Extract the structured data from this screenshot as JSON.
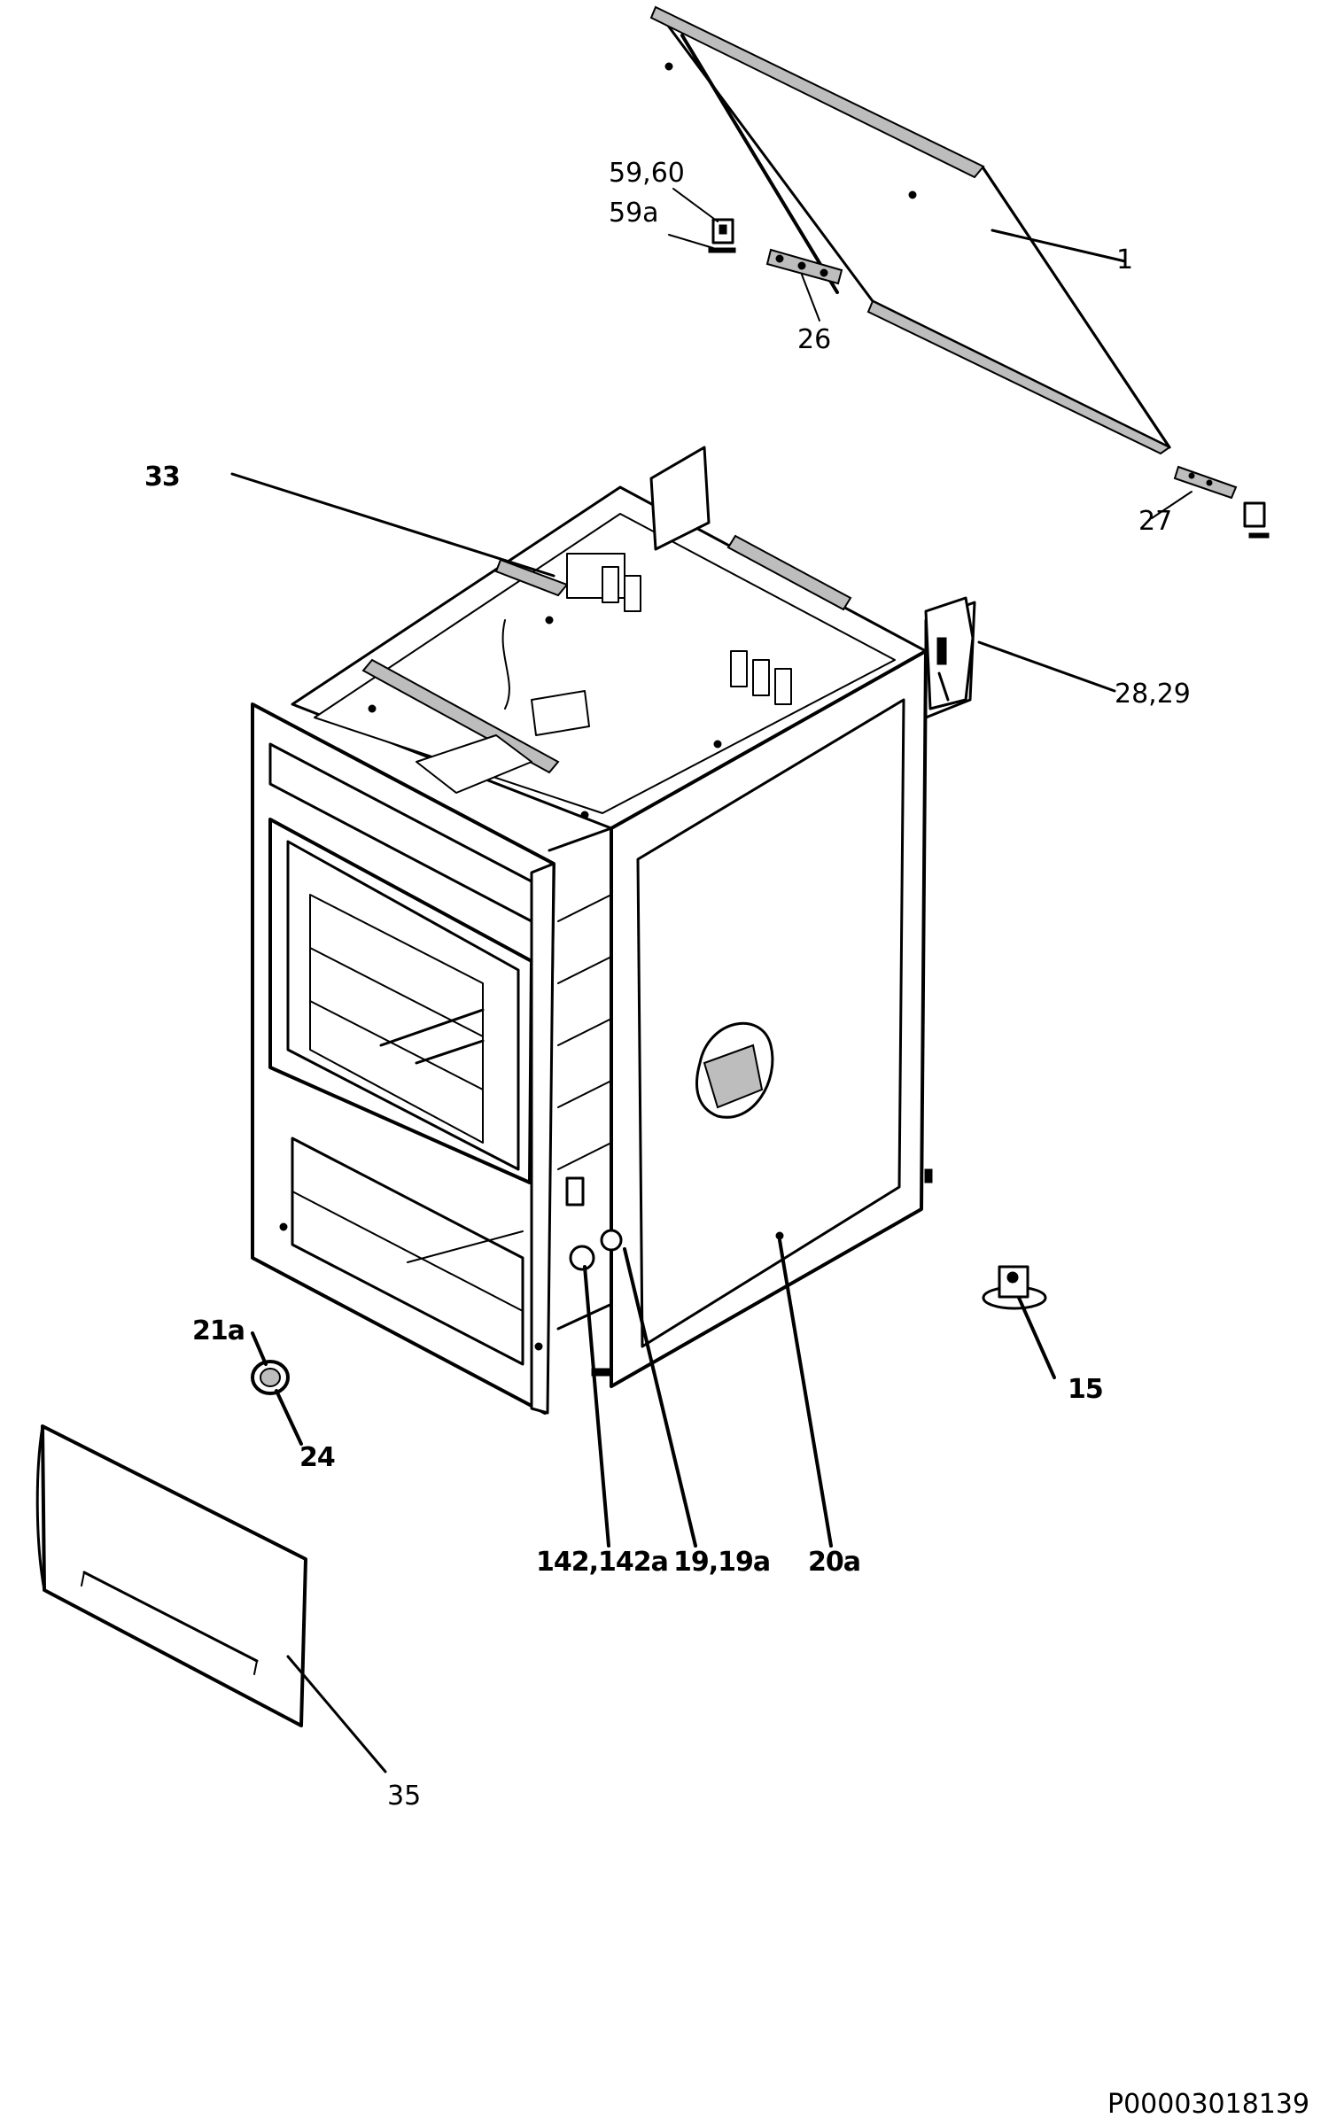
{
  "drawing": {
    "labels": {
      "l1": "1",
      "l59_60": "59,60",
      "l59a": "59a",
      "l26": "26",
      "l27": "27",
      "l28_29": "28,29",
      "l33": "33",
      "l21a": "21a",
      "l24": "24",
      "l15": "15",
      "l142": "142,142a",
      "l19": "19,19a",
      "l20a": "20a",
      "l35": "35"
    },
    "document_id": "P00003018139"
  }
}
